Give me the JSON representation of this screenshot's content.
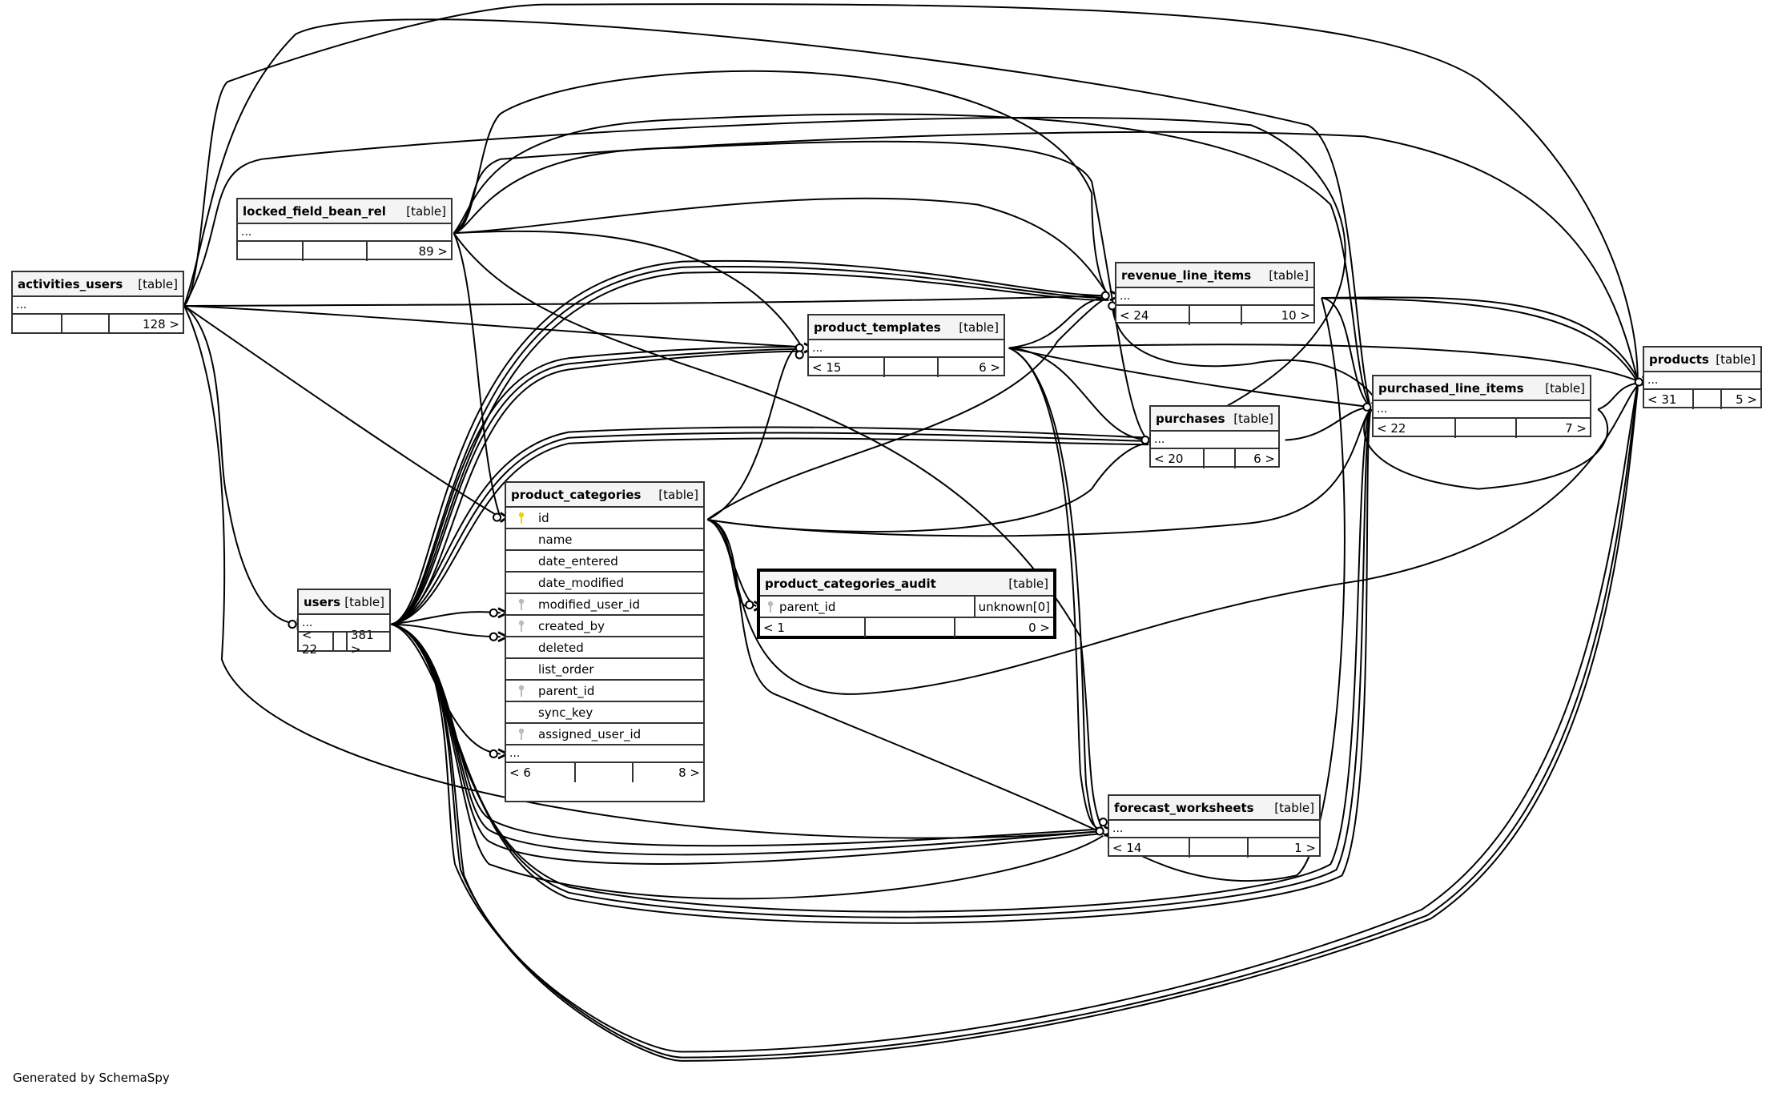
{
  "footer": "Generated by SchemaSpy",
  "colors": {
    "primary_key": "#e6d800",
    "foreign_key": "#bbbbbb",
    "header_bg": "#f4f4f4",
    "line": "#000000"
  },
  "tables": {
    "activities_users": {
      "name": "activities_users",
      "kind": "[table]",
      "ellipsis": "...",
      "parents": "",
      "children": "128 >"
    },
    "locked_field_bean_rel": {
      "name": "locked_field_bean_rel",
      "kind": "[table]",
      "ellipsis": "...",
      "parents": "",
      "children": "89 >"
    },
    "users": {
      "name": "users",
      "kind": "[table]",
      "ellipsis": "...",
      "parents": "< 22",
      "children": "381 >"
    },
    "product_categories": {
      "name": "product_categories",
      "kind": "[table]",
      "columns": [
        {
          "name": "id",
          "key": "primary-key-icon"
        },
        {
          "name": "name",
          "key": ""
        },
        {
          "name": "date_entered",
          "key": ""
        },
        {
          "name": "date_modified",
          "key": ""
        },
        {
          "name": "modified_user_id",
          "key": "foreign-key-icon"
        },
        {
          "name": "created_by",
          "key": "foreign-key-icon"
        },
        {
          "name": "deleted",
          "key": ""
        },
        {
          "name": "list_order",
          "key": ""
        },
        {
          "name": "parent_id",
          "key": "foreign-key-icon"
        },
        {
          "name": "sync_key",
          "key": ""
        },
        {
          "name": "assigned_user_id",
          "key": "foreign-key-icon"
        }
      ],
      "ellipsis": "...",
      "parents": "< 6",
      "children": "8 >"
    },
    "product_categories_audit": {
      "name": "product_categories_audit",
      "kind": "[table]",
      "column": "parent_id",
      "column_type": "unknown[0]",
      "parents": "< 1",
      "children": "0 >"
    },
    "product_templates": {
      "name": "product_templates",
      "kind": "[table]",
      "ellipsis": "...",
      "parents": "< 15",
      "children": "6 >"
    },
    "revenue_line_items": {
      "name": "revenue_line_items",
      "kind": "[table]",
      "ellipsis": "...",
      "parents": "< 24",
      "children": "10 >"
    },
    "purchases": {
      "name": "purchases",
      "kind": "[table]",
      "ellipsis": "...",
      "parents": "< 20",
      "children": "6 >"
    },
    "purchased_line_items": {
      "name": "purchased_line_items",
      "kind": "[table]",
      "ellipsis": "...",
      "parents": "< 22",
      "children": "7 >"
    },
    "products": {
      "name": "products",
      "kind": "[table]",
      "ellipsis": "...",
      "parents": "< 31",
      "children": "5 >"
    },
    "forecast_worksheets": {
      "name": "forecast_worksheets",
      "kind": "[table]",
      "ellipsis": "...",
      "parents": "< 14",
      "children": "1 >"
    }
  }
}
